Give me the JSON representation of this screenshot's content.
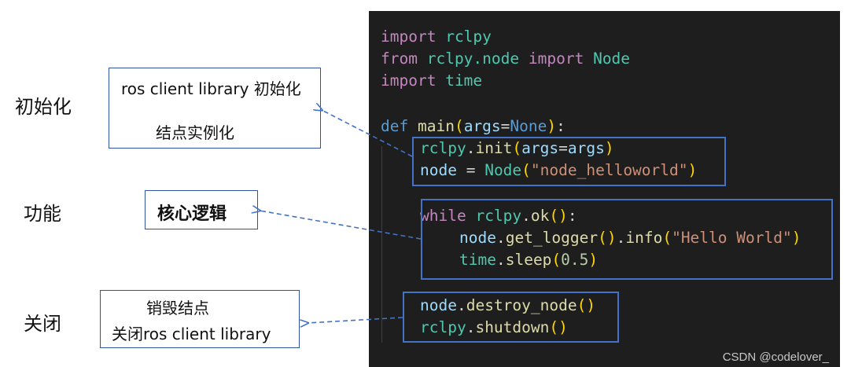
{
  "labels": {
    "init": "初始化",
    "function": "功能",
    "close": "关闭"
  },
  "boxes": {
    "init": {
      "line1": "ros client library 初始化",
      "line2": "结点实例化"
    },
    "function": {
      "line1": "核心逻辑"
    },
    "close": {
      "line1": "销毁结点",
      "line2": "关闭ros client library"
    }
  },
  "code": {
    "line1": {
      "kw": "import",
      "mod": "rclpy"
    },
    "line2": {
      "kw": "from",
      "mod": "rclpy.node",
      "kw2": "import",
      "cls": "Node"
    },
    "line3": {
      "kw": "import",
      "mod": "time"
    },
    "line4": {
      "kw": "def",
      "fn": "main",
      "param": "args",
      "eq": "=",
      "none": "None",
      "tail": ":"
    },
    "line5": {
      "obj": "rclpy",
      "dot": ".",
      "fn": "init",
      "param": "args",
      "eq": "=",
      "val": "args"
    },
    "line6": {
      "var": "node",
      "eq": " = ",
      "cls": "Node",
      "str": "\"node_helloworld\""
    },
    "line7": {
      "kw": "while",
      "obj": "rclpy",
      "dot": ".",
      "fn": "ok",
      "tail": ":"
    },
    "line8": {
      "var": "node",
      "dot": ".",
      "fn1": "get_logger",
      "fn2": "info",
      "str": "\"Hello World\""
    },
    "line9": {
      "obj": "time",
      "dot": ".",
      "fn": "sleep",
      "num": "0.5"
    },
    "line10": {
      "var": "node",
      "dot": ".",
      "fn": "destroy_node"
    },
    "line11": {
      "obj": "rclpy",
      "dot": ".",
      "fn": "shutdown"
    }
  },
  "watermark": "CSDN @codelover_",
  "colors": {
    "accent": "#4472c4",
    "code_bg": "#1e1e1e",
    "box_border": "#2f5597"
  }
}
